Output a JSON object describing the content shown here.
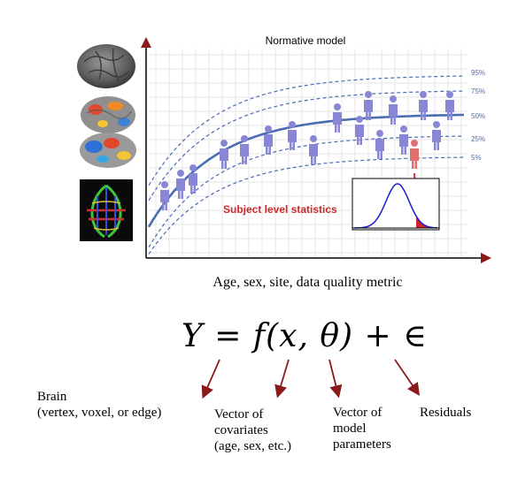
{
  "chart": {
    "title": "Normative model",
    "xlabel": "Age, sex, site, data quality metric",
    "percentiles": [
      "95%",
      "75%",
      "50%",
      "25%",
      "5%"
    ],
    "subject_stats_label": "Subject level statistics",
    "colors": {
      "median_line": "#4a6cb3",
      "percentile_line": "#4a6cb3",
      "label": "#4a6cb3",
      "people": "#8a86d6",
      "subject": "#e07070",
      "highlight": "#d0262a",
      "grid": "#e6e6e6",
      "curve": "#1a1ad0"
    }
  },
  "brain_images": [
    "brain-surface",
    "brain-activation-lateral",
    "brain-activation-medial",
    "dti-tractography"
  ],
  "formula": {
    "text": "Y = f(x, θ) + ∈"
  },
  "annotations": {
    "brain": [
      "Brain",
      "(vertex, voxel, or edge)"
    ],
    "covariates": [
      "Vector of",
      "covariates",
      "(age, sex, etc.)"
    ],
    "parameters": [
      "Vector of",
      "model",
      "parameters"
    ],
    "residuals": [
      "Residuals"
    ]
  },
  "arrow_color": "#8b1a1a"
}
